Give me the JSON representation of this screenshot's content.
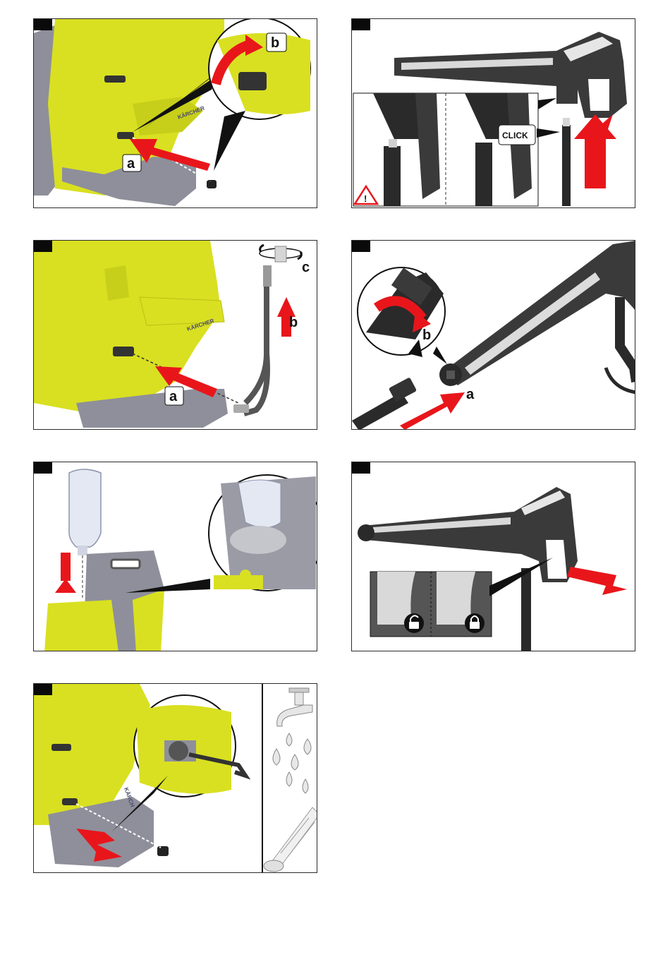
{
  "panels": [
    {
      "id": "p1",
      "labels": {
        "a": "a",
        "b": "b"
      },
      "brand": "KÄRCHER"
    },
    {
      "id": "p2",
      "labels": {
        "click": "CLICK"
      }
    },
    {
      "id": "p3",
      "labels": {
        "a": "a",
        "b": "b",
        "c": "c"
      },
      "brand": "KÄRCHER"
    },
    {
      "id": "p4",
      "labels": {
        "a": "a",
        "b": "b"
      }
    },
    {
      "id": "p5",
      "labels": {}
    },
    {
      "id": "p6",
      "labels": {}
    },
    {
      "id": "p7",
      "labels": {},
      "brand": "KÄRCH"
    }
  ],
  "icons": {
    "warning": "warning-triangle-icon",
    "unlock": "padlock-open-icon",
    "lock": "padlock-closed-icon",
    "tap": "water-tap-icon",
    "drops": "water-drops-icon",
    "filter": "filter-sieve-icon"
  },
  "colors": {
    "machine_yellow": "#d9e021",
    "housing_grey": "#8e8f9a",
    "arrow_red": "#e8161b",
    "gun_dark": "#3a3a3a"
  }
}
